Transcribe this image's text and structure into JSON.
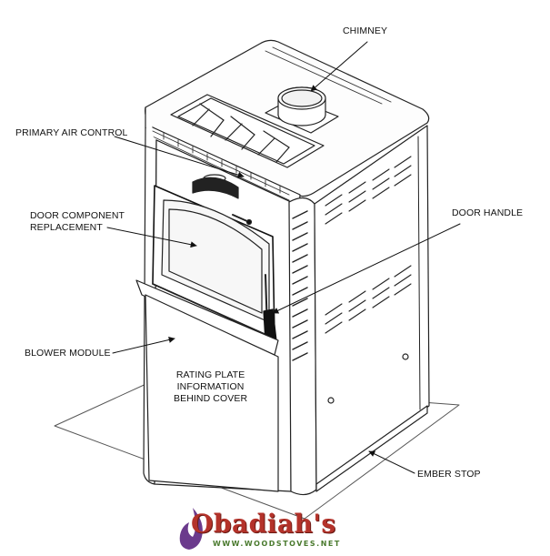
{
  "labels": {
    "chimney": "CHIMNEY",
    "primary_air_control": "PRIMARY AIR CONTROL",
    "door_component_1": "DOOR COMPONENT",
    "door_component_2": "REPLACEMENT",
    "door_handle": "DOOR HANDLE",
    "blower_module": "BLOWER MODULE",
    "rating_plate_1": "RATING PLATE",
    "rating_plate_2": "INFORMATION",
    "rating_plate_3": "BEHIND COVER",
    "ember_stop": "EMBER STOP"
  },
  "logo": {
    "name": "Obadiah's",
    "url": "WWW.WOODSTOVES.NET",
    "colors": {
      "text": "#b4322a",
      "flame": "#6b3a8c",
      "url": "#4a7a2e"
    }
  }
}
